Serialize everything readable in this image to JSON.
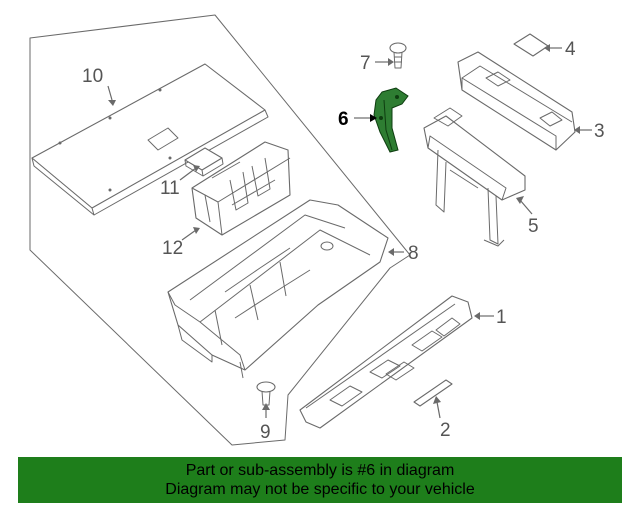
{
  "diagram": {
    "callouts": [
      {
        "id": "1",
        "label": "1"
      },
      {
        "id": "2",
        "label": "2"
      },
      {
        "id": "3",
        "label": "3"
      },
      {
        "id": "4",
        "label": "4"
      },
      {
        "id": "5",
        "label": "5"
      },
      {
        "id": "6",
        "label": "6",
        "highlighted": true
      },
      {
        "id": "7",
        "label": "7"
      },
      {
        "id": "8",
        "label": "8"
      },
      {
        "id": "9",
        "label": "9"
      },
      {
        "id": "10",
        "label": "10"
      },
      {
        "id": "11",
        "label": "11"
      },
      {
        "id": "12",
        "label": "12"
      }
    ],
    "colors": {
      "line": "#6a6a6a",
      "highlight_part": "#2e7d32",
      "banner": "#1e7e1b",
      "banner_text": "#000000"
    }
  },
  "banner": {
    "line1": "Part or sub-assembly is #6 in diagram",
    "line2": "Diagram may not be specific to your vehicle"
  }
}
